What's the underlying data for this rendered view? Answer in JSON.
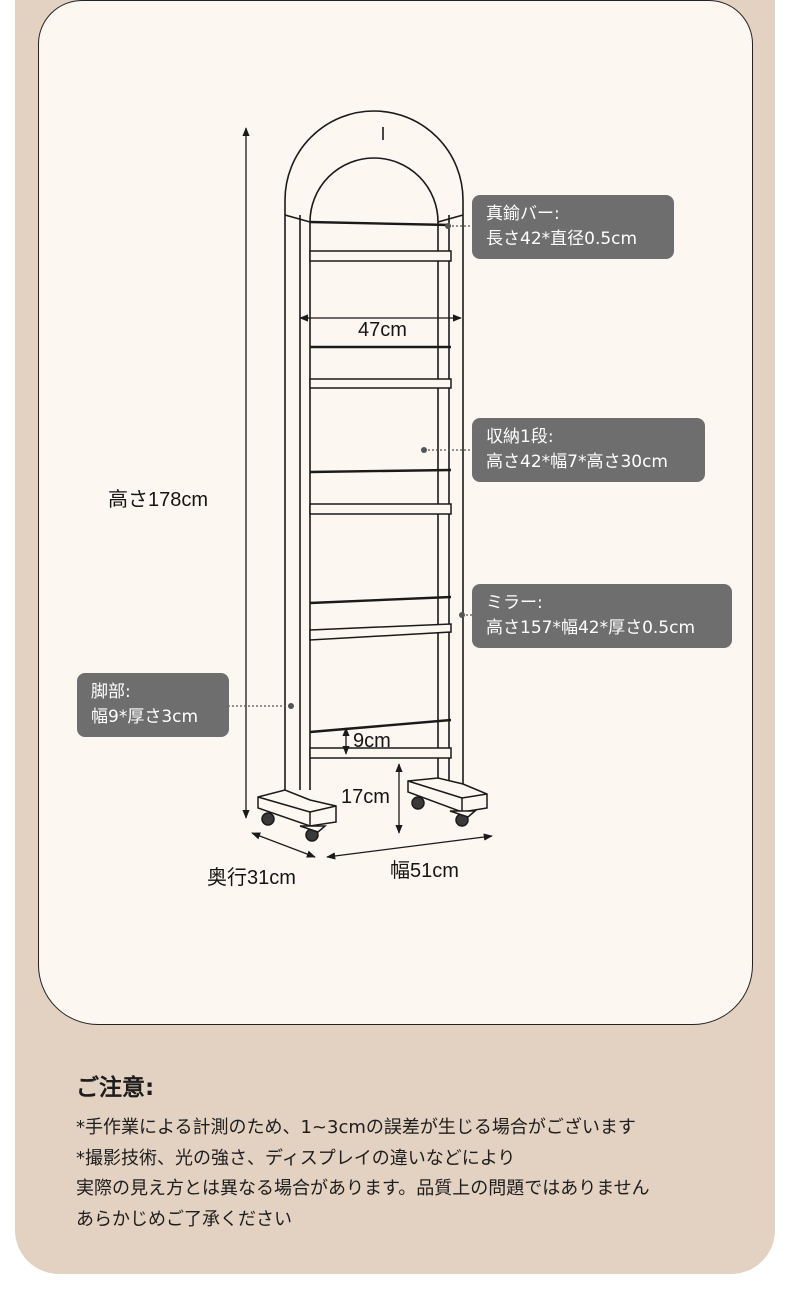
{
  "dimensions": {
    "height": "高さ178cm",
    "inner_width": "47cm",
    "shelf_gap": "9cm",
    "clearance": "17cm",
    "depth": "奥行31cm",
    "width": "幅51cm"
  },
  "callouts": {
    "bar": {
      "title": "真鍮バー:",
      "detail": "長さ42*直径0.5cm"
    },
    "storage": {
      "title": "収納1段:",
      "detail": "高さ42*幅7*高さ30cm"
    },
    "mirror": {
      "title": "ミラー:",
      "detail": "高さ157*幅42*厚さ0.5cm"
    },
    "leg": {
      "title": "脚部:",
      "detail": "幅9*厚さ3cm"
    }
  },
  "notes": {
    "title": "ご注意:",
    "lines": [
      "*手作業による計測のため、1~3cmの誤差が生じる場合がございます",
      "*撮影技術、光の強さ、ディスプレイの違いなどにより",
      "実際の見え方とは異なる場合があります。品質上の問題ではありません",
      "あらかじめご了承ください"
    ]
  },
  "colors": {
    "outer_background": "#e3d2c2",
    "panel_background": "#fcf7f0",
    "callout_background": "#6e6e6e",
    "line": "#1a1a1a"
  }
}
